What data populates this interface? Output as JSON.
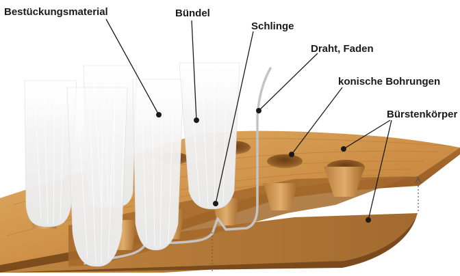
{
  "labels": {
    "bestueckungsmaterial": "Bestückungsmaterial",
    "buendel": "Bündel",
    "schlinge": "Schlinge",
    "draht_faden": "Draht, Faden",
    "konische_bohrungen": "konische Bohrungen",
    "buerstenkoerper": "Bürstenkörper"
  },
  "colors": {
    "wood_top": "#d49a52",
    "wood_side": "#9c6226",
    "wood_dark": "#6e4018",
    "bristle": "#f4f4f4",
    "wire": "#c9c9c9",
    "leader": "#1a1a1a"
  }
}
